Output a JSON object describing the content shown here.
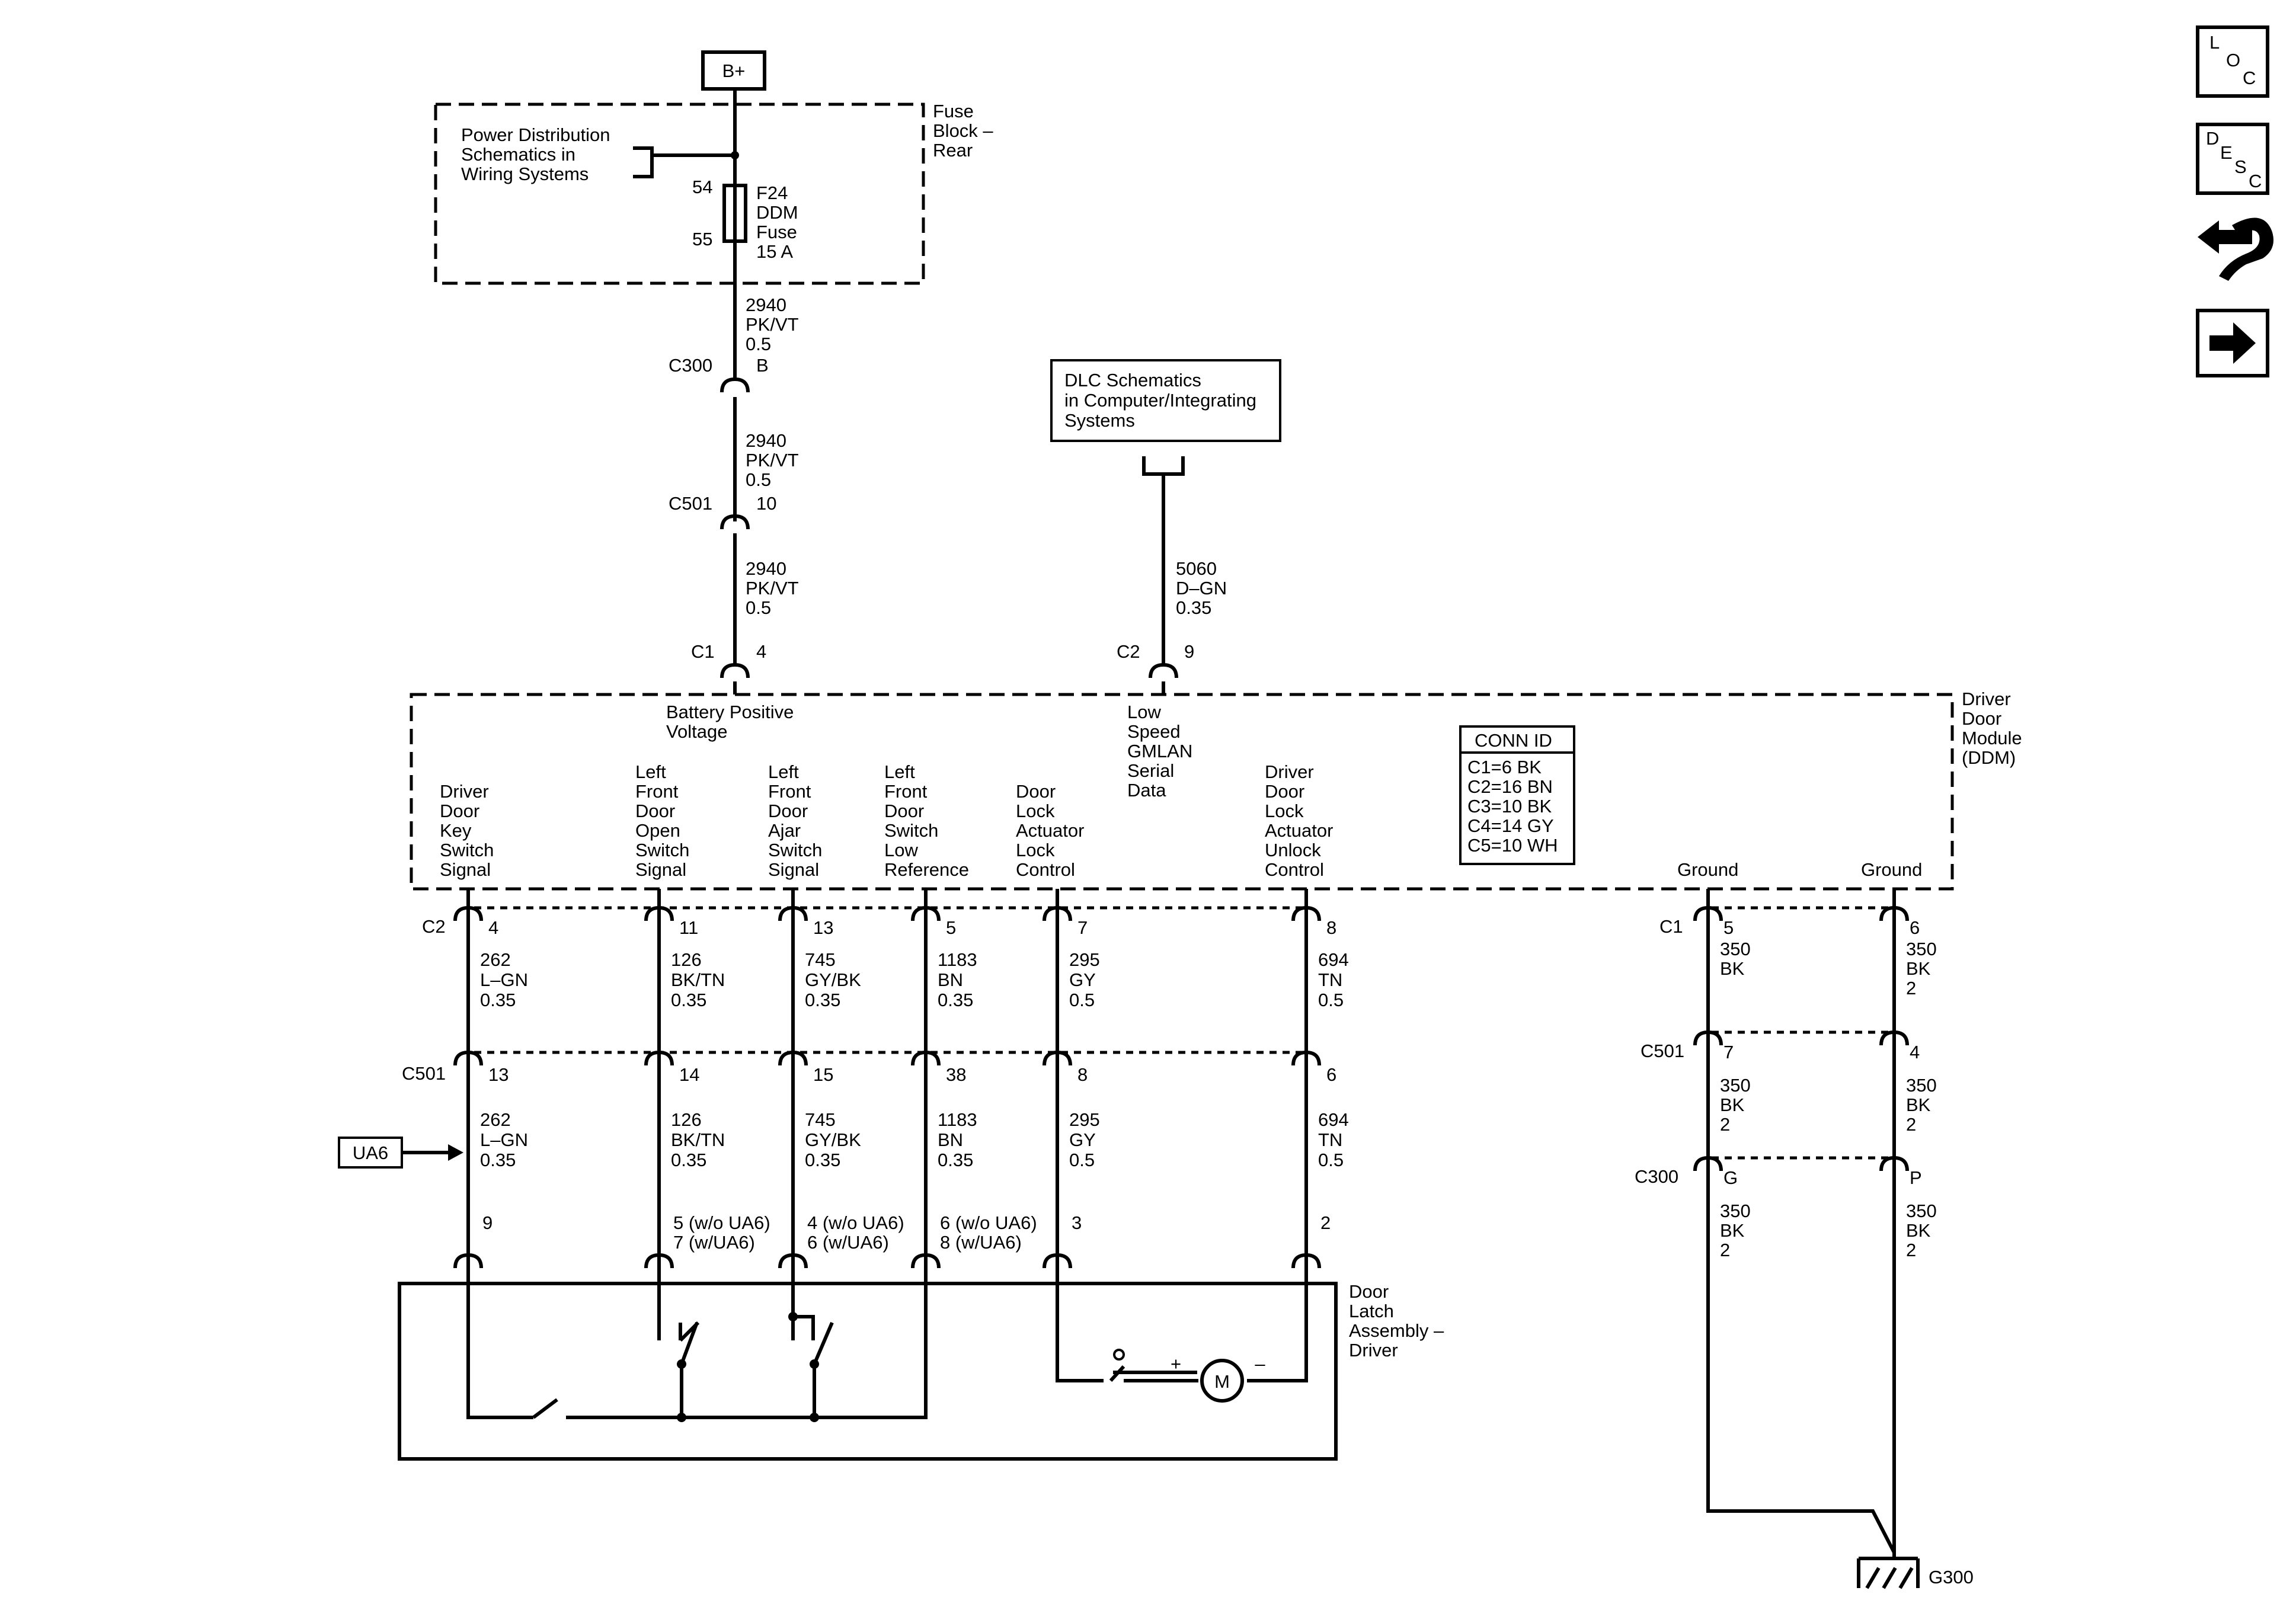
{
  "power": {
    "b_plus": "B+",
    "fuse_block": [
      "Fuse",
      "Block –",
      "Rear"
    ],
    "pds_ref": [
      "Power Distribution",
      "Schematics in",
      "Wiring Systems"
    ],
    "fuse_pin_in": "54",
    "fuse_pin_out": "55",
    "fuse_label": [
      "F24",
      "DDM",
      "Fuse",
      "15 A"
    ]
  },
  "feed_wires": [
    {
      "circuit": "2940",
      "color": "PK/VT",
      "gauge": "0.5",
      "connector": "C300",
      "pin": "B"
    },
    {
      "circuit": "2940",
      "color": "PK/VT",
      "gauge": "0.5",
      "connector": "C501",
      "pin": "10"
    },
    {
      "circuit": "2940",
      "color": "PK/VT",
      "gauge": "0.5",
      "connector": "C1",
      "pin": "4"
    }
  ],
  "dlc": {
    "box": [
      "DLC Schematics",
      "in Computer/Integrating",
      "Systems"
    ],
    "circuit": "5060",
    "color": "D–GN",
    "gauge": "0.35",
    "connector": "C2",
    "pin": "9"
  },
  "ddm": {
    "title": [
      "Driver",
      "Door",
      "Module",
      "(DDM)"
    ],
    "battery_label": [
      "Battery Positive",
      "Voltage"
    ],
    "gmlan_label": [
      "Low",
      "Speed",
      "GMLAN",
      "Serial",
      "Data"
    ],
    "conn_id_title": "CONN ID",
    "conn_id": [
      "C1=6 BK",
      "C2=16 BN",
      "C3=10 BK",
      "C4=14 GY",
      "C5=10 WH"
    ],
    "ground_labels": [
      "Ground",
      "Ground"
    ]
  },
  "signals": [
    {
      "label": [
        "Driver",
        "Door",
        "Key",
        "Switch",
        "Signal"
      ],
      "c2_pin": "4",
      "w1": [
        "262",
        "L–GN",
        "0.35"
      ],
      "c501_pin": "13",
      "w2": [
        "262",
        "L–GN",
        "0.35"
      ],
      "latch_pin": [
        "9"
      ]
    },
    {
      "label": [
        "Left",
        "Front",
        "Door",
        "Open",
        "Switch",
        "Signal"
      ],
      "c2_pin": "11",
      "w1": [
        "126",
        "BK/TN",
        "0.35"
      ],
      "c501_pin": "14",
      "w2": [
        "126",
        "BK/TN",
        "0.35"
      ],
      "latch_pin": [
        "5 (w/o UA6)",
        "7 (w/UA6)"
      ]
    },
    {
      "label": [
        "Left",
        "Front",
        "Door",
        "Ajar",
        "Switch",
        "Signal"
      ],
      "c2_pin": "13",
      "w1": [
        "745",
        "GY/BK",
        "0.35"
      ],
      "c501_pin": "15",
      "w2": [
        "745",
        "GY/BK",
        "0.35"
      ],
      "latch_pin": [
        "4 (w/o UA6)",
        "6 (w/UA6)"
      ]
    },
    {
      "label": [
        "Left",
        "Front",
        "Door",
        "Switch",
        "Low",
        "Reference"
      ],
      "c2_pin": "5",
      "w1": [
        "1183",
        "BN",
        "0.35"
      ],
      "c501_pin": "38",
      "w2": [
        "1183",
        "BN",
        "0.35"
      ],
      "latch_pin": [
        "6 (w/o UA6)",
        "8 (w/UA6)"
      ]
    },
    {
      "label": [
        "Door",
        "Lock",
        "Actuator",
        "Lock",
        "Control"
      ],
      "c2_pin": "7",
      "w1": [
        "295",
        "GY",
        "0.5"
      ],
      "c501_pin": "8",
      "w2": [
        "295",
        "GY",
        "0.5"
      ],
      "latch_pin": [
        "3"
      ]
    },
    {
      "label": [
        "Driver",
        "Door",
        "Lock",
        "Actuator",
        "Unlock",
        "Control"
      ],
      "c2_pin": "8",
      "w1": [
        "694",
        "TN",
        "0.5"
      ],
      "c501_pin": "6",
      "w2": [
        "694",
        "TN",
        "0.5"
      ],
      "latch_pin": [
        "2"
      ]
    }
  ],
  "connectors": {
    "c2": "C2",
    "c501": "C501",
    "c1": "C1",
    "c300": "C300"
  },
  "ua6": "UA6",
  "latch": {
    "label": [
      "Door",
      "Latch",
      "Assembly –",
      "Driver"
    ],
    "motor": "M",
    "plus": "+",
    "minus": "–"
  },
  "grounds": [
    {
      "c1_pin": "5",
      "w1": [
        "350",
        "BK"
      ],
      "c501_pin": "7",
      "w2": [
        "350",
        "BK",
        "2"
      ],
      "c300_pin": "G",
      "w3": [
        "350",
        "BK",
        "2"
      ]
    },
    {
      "c1_pin": "6",
      "w1": [
        "350",
        "BK",
        "2"
      ],
      "c501_pin": "4",
      "w2": [
        "350",
        "BK",
        "2"
      ],
      "c300_pin": "P",
      "w3": [
        "350",
        "BK",
        "2"
      ]
    }
  ],
  "ground_point": "G300",
  "nav": {
    "loc": [
      "L",
      "O",
      "C"
    ],
    "desc": [
      "D",
      "E",
      "S",
      "C"
    ],
    "repair_icon": "repair-tools-icon",
    "next_icon": "arrow-right-icon"
  }
}
